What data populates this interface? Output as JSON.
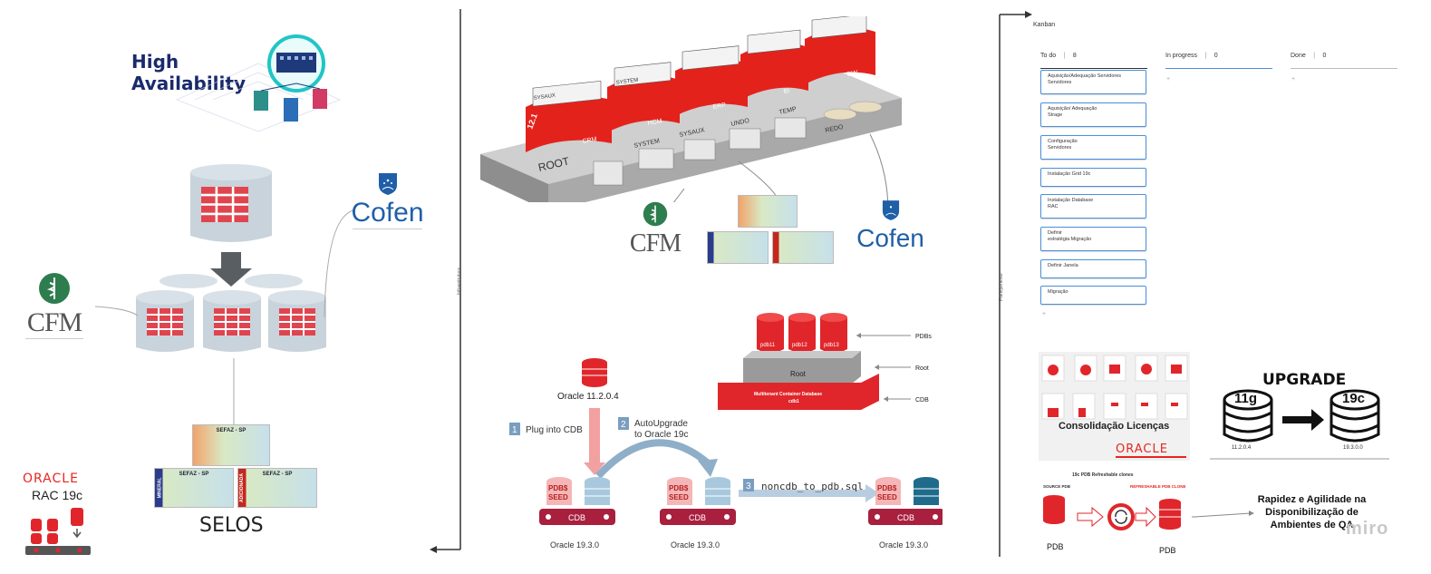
{
  "left": {
    "ha_title_line1": "High",
    "ha_title_line2": "Availability",
    "cofen_logo": "Cofen",
    "cfm_logo": "CFM",
    "oracle_logo": "ORACLE",
    "rac_label": "RAC 19c",
    "selos_label": "SELOS",
    "seal_title": "SEFAZ - SP",
    "seal_tags": [
      "MINERAL",
      "ADICIONADA"
    ]
  },
  "middle": {
    "side_label": "Infraestrutura",
    "cdb_root_label": "ROOT",
    "pdb_labels": [
      "CRM",
      "HCM",
      "ERP",
      "BI",
      "DW"
    ],
    "pdb_version": "12.1",
    "tablespaces": [
      "SYSAUX",
      "SYSTEM"
    ],
    "root_tablespaces": [
      "SYSTEM",
      "SYSAUX",
      "UNDO",
      "TEMP",
      "REDO"
    ],
    "cfm_logo": "CFM",
    "cofen_logo": "Cofen",
    "mt_pdbs": [
      "pdb11",
      "pdb12",
      "pdb13"
    ],
    "mt_root": "Root",
    "mt_cdb_line1": "Multitenant Container Database",
    "mt_cdb_line2": "cdb1",
    "mt_arrows": [
      "PDBs",
      "Root",
      "CDB"
    ],
    "source_db": "Oracle 11.2.0.4",
    "step1": "Plug into CDB",
    "step2_line1": "AutoUpgrade",
    "step2_line2": "to Oracle 19c",
    "step3": "noncdb_to_pdb.sql",
    "pdbs_seed": "PDB$ SEED",
    "cdb": "CDB",
    "target_version": "Oracle 19.3.0"
  },
  "right": {
    "side_label": "Planejamento",
    "kanban_title": "Kanban",
    "columns": [
      {
        "name": "To do",
        "count": "8"
      },
      {
        "name": "In progress",
        "count": "0"
      },
      {
        "name": "Done",
        "count": "0"
      }
    ],
    "cards": [
      "Aquisição/Adequação Servidores\nServidores",
      "Aquisição/ Adequação\nStrage",
      "Configuração\nServidores",
      "Instalação Grid 19c",
      "Instalação Database\nRAC",
      "Definir\nestratégia Migração",
      "Definir Janela",
      "Migração"
    ],
    "licencas_caption": "Consolidação Licenças",
    "oracle_logo": "ORACLE",
    "upgrade_title": "UPGRADE",
    "upgrade_from": "11g",
    "upgrade_to": "19c",
    "upgrade_from_ver": "11.2.0.4",
    "upgrade_to_ver": "19.3.0.0",
    "clone_title": "19c PDB Refreshable clones",
    "source_pdb": "SOURCE PDB",
    "refresh_label": "REFRESHABLE PDB CLONE",
    "pdb_label": "PDB",
    "rapidez_text": "Rapidez e Agilidade na Disponibilização de Ambientes de QA",
    "miro": "miro"
  },
  "colors": {
    "oracle_red": "#e8261f",
    "kanban_blue": "#4a8fd8",
    "db_grey": "#c8d3db",
    "teal": "#2aa8a0",
    "cdb_maroon": "#a8203e"
  }
}
